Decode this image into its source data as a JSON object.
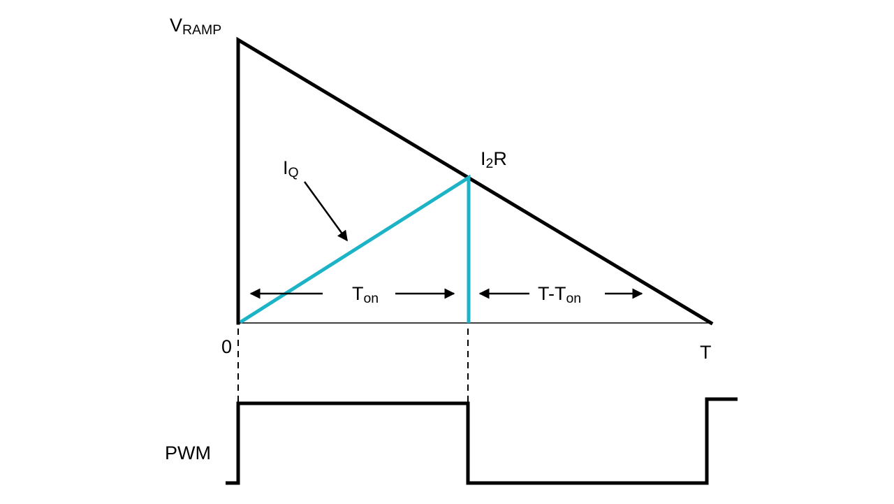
{
  "colors": {
    "line": "#000000",
    "accent": "#1cb3c7",
    "background": "#ffffff"
  },
  "labels": {
    "v_ramp": {
      "main": "V",
      "sub": "RAMP"
    },
    "iq": {
      "main": "I",
      "sub": "Q"
    },
    "i2r": {
      "pre": "I",
      "sub": "2",
      "post": "R"
    },
    "t_on": {
      "main": "T",
      "sub": "on"
    },
    "t_minus_ton": {
      "main": "T-T",
      "sub": "on"
    },
    "zero": "0",
    "t_end": "T",
    "pwm": "PWM"
  }
}
